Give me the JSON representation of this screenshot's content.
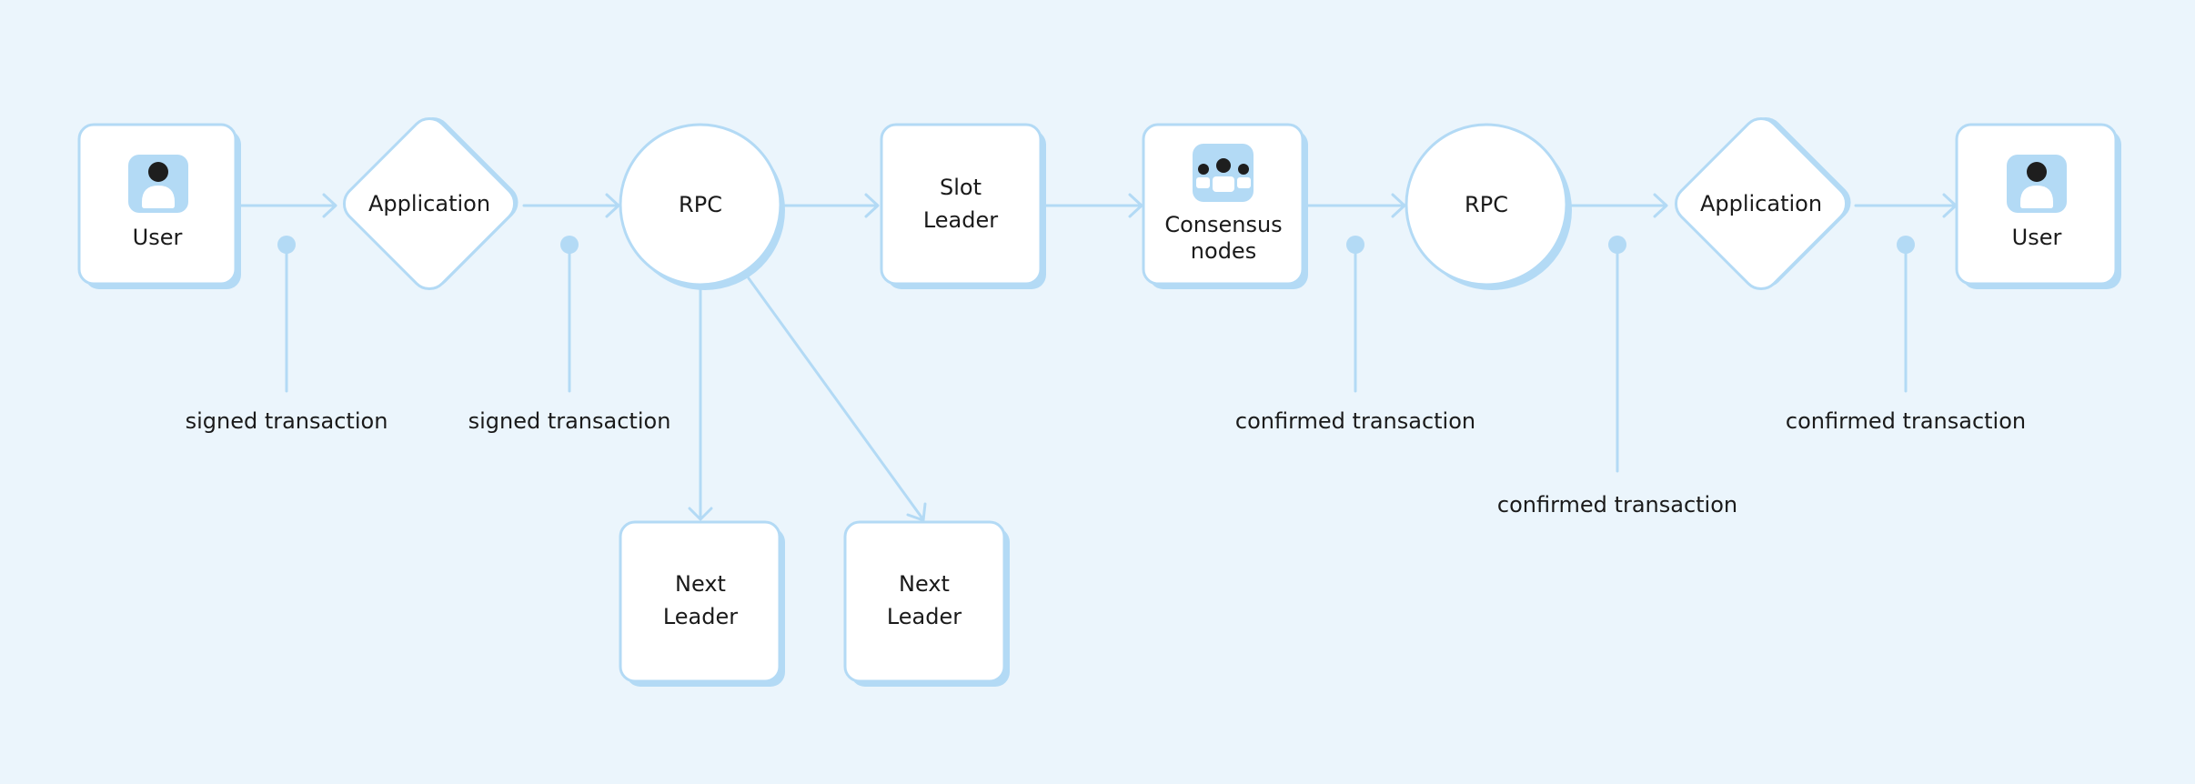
{
  "colors": {
    "background": "#ebf5fc",
    "stroke": "#b3daf5",
    "shadow": "#b3daf5",
    "node_fill": "#ffffff",
    "icon_fill": "#b3daf5",
    "icon_dark": "#1e1e1e",
    "text": "#1a1a1a"
  },
  "nodes": {
    "user_start": {
      "label": "User",
      "icon": "user-icon"
    },
    "app_1": {
      "label": "Application"
    },
    "rpc_1": {
      "label": "RPC"
    },
    "slot_leader": {
      "line1": "Slot",
      "line2": "Leader"
    },
    "consensus": {
      "line1": "Consensus",
      "line2": "nodes",
      "icon": "group-icon"
    },
    "rpc_2": {
      "label": "RPC"
    },
    "app_2": {
      "label": "Application"
    },
    "user_end": {
      "label": "User",
      "icon": "user-icon"
    },
    "next_leader_1": {
      "line1": "Next",
      "line2": "Leader"
    },
    "next_leader_2": {
      "line1": "Next",
      "line2": "Leader"
    }
  },
  "captions": {
    "c1": "signed transaction",
    "c2": "signed transaction",
    "c3": "confirmed transaction",
    "c4": "confirmed transaction",
    "c5": "confirmed transaction"
  }
}
